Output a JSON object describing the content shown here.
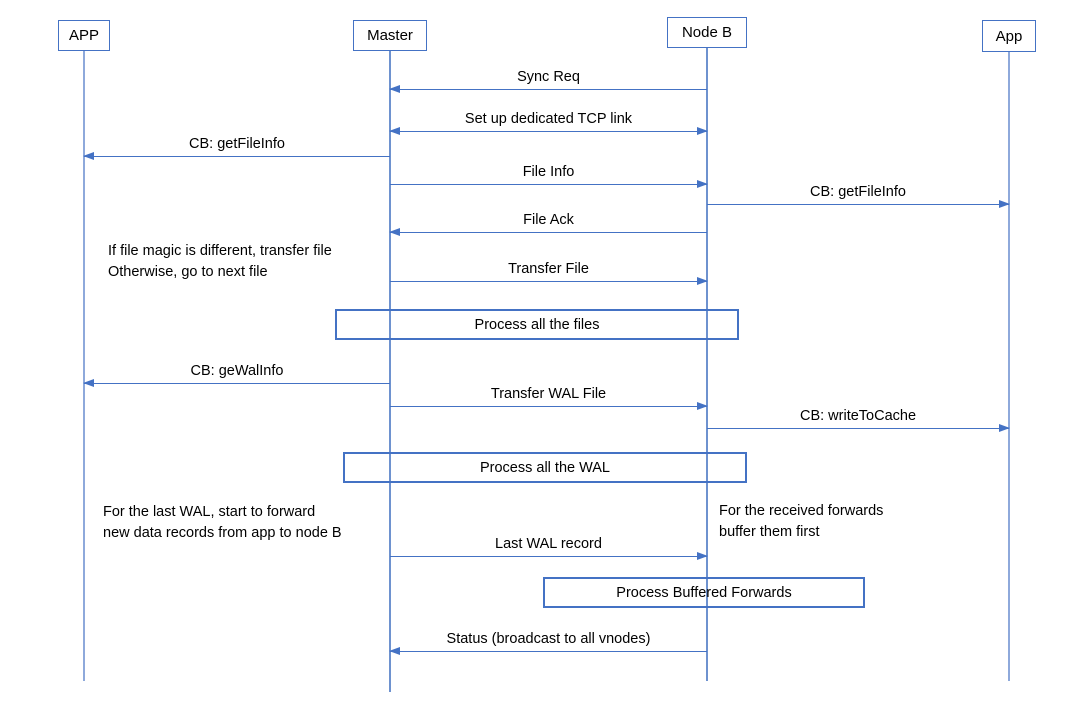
{
  "diagram": {
    "actors": [
      {
        "label": "APP"
      },
      {
        "label": "Master"
      },
      {
        "label": "Node B"
      },
      {
        "label": "App"
      }
    ],
    "messages": [
      {
        "label": "Sync Req",
        "from": "Node B",
        "to": "Master",
        "direction": "left"
      },
      {
        "label": "Set up dedicated TCP link",
        "from": "Master",
        "to": "Node B",
        "direction": "both"
      },
      {
        "label": "CB: getFileInfo",
        "from": "Master",
        "to": "APP",
        "direction": "left"
      },
      {
        "label": "File Info",
        "from": "Master",
        "to": "Node B",
        "direction": "right"
      },
      {
        "label": "CB: getFileInfo",
        "from": "Node B",
        "to": "App",
        "direction": "right"
      },
      {
        "label": "File Ack",
        "from": "Node B",
        "to": "Master",
        "direction": "left"
      },
      {
        "label": "Transfer File",
        "from": "Master",
        "to": "Node B",
        "direction": "right"
      },
      {
        "label": "CB: geWalInfo",
        "from": "Master",
        "to": "APP",
        "direction": "left"
      },
      {
        "label": "Transfer WAL File",
        "from": "Master",
        "to": "Node B",
        "direction": "right"
      },
      {
        "label": "CB: writeToCache",
        "from": "Node B",
        "to": "App",
        "direction": "right"
      },
      {
        "label": "Last WAL record",
        "from": "Master",
        "to": "Node B",
        "direction": "right"
      },
      {
        "label": "Status (broadcast to all vnodes)",
        "from": "Node B",
        "to": "Master",
        "direction": "left"
      }
    ],
    "process_boxes": [
      {
        "label": "Process all the files"
      },
      {
        "label": "Process all the WAL"
      },
      {
        "label": "Process Buffered Forwards"
      }
    ],
    "notes": [
      {
        "text": "If file magic is different, transfer file\nOtherwise, go to next file"
      },
      {
        "text": "For the last WAL, start to forward\nnew data records from app to node B"
      },
      {
        "text": "For the received forwards\nbuffer them first"
      }
    ],
    "colors": {
      "accent": "#4472C4",
      "lifeline": "#8EA9DB",
      "text": "#000000",
      "background": "#FFFFFF"
    }
  }
}
